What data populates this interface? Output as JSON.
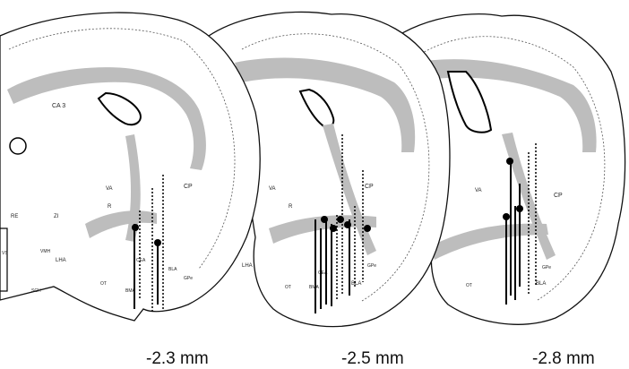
{
  "figure": {
    "sections": [
      {
        "id": "section-1",
        "caption": "-2.3 mm",
        "labels": [
          "CA 3",
          "VA",
          "R",
          "ZI",
          "RE",
          "LHA",
          "CP",
          "BMA",
          "CEA",
          "BLA",
          "GPe",
          "OT",
          "VMH",
          "SCH",
          "VS"
        ]
      },
      {
        "id": "section-2",
        "caption": "-2.5 mm",
        "labels": [
          "VA",
          "R",
          "CP",
          "LHA",
          "BMA",
          "CEA",
          "BLA",
          "GPe",
          "OT"
        ]
      },
      {
        "id": "section-3",
        "caption": "-2.8 mm",
        "labels": [
          "VA",
          "CP",
          "BLA",
          "GPe",
          "OT"
        ]
      }
    ]
  }
}
